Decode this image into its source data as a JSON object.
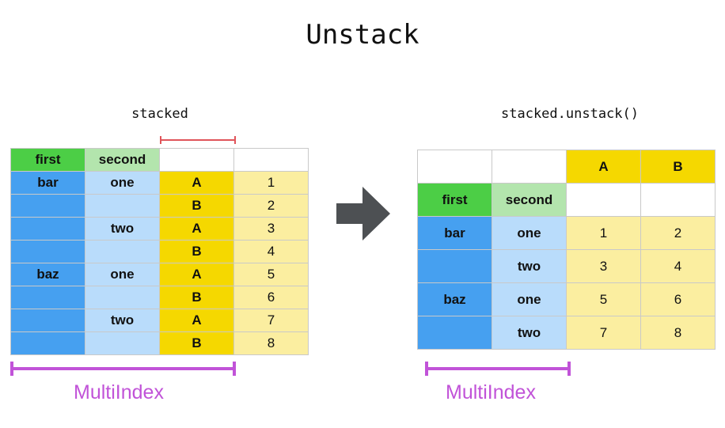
{
  "title": "Unstack",
  "left": {
    "caption": "stacked",
    "header": [
      "first",
      "second",
      "",
      ""
    ],
    "rows": [
      [
        "bar",
        "one",
        "A",
        "1"
      ],
      [
        "",
        "",
        "B",
        "2"
      ],
      [
        "",
        "two",
        "A",
        "3"
      ],
      [
        "",
        "",
        "B",
        "4"
      ],
      [
        "baz",
        "one",
        "A",
        "5"
      ],
      [
        "",
        "",
        "B",
        "6"
      ],
      [
        "",
        "two",
        "A",
        "7"
      ],
      [
        "",
        "",
        "B",
        "8"
      ]
    ],
    "multiindex_label": "MultiIndex"
  },
  "right": {
    "caption": "stacked.unstack()",
    "column_header": [
      "",
      "",
      "A",
      "B"
    ],
    "index_header": [
      "first",
      "second",
      "",
      ""
    ],
    "rows": [
      [
        "bar",
        "one",
        "1",
        "2"
      ],
      [
        "",
        "two",
        "3",
        "4"
      ],
      [
        "baz",
        "one",
        "5",
        "6"
      ],
      [
        "",
        "two",
        "7",
        "8"
      ]
    ],
    "multiindex_label": "MultiIndex"
  },
  "colors": {
    "index_header": "#4cce46",
    "index_header_light": "#b3e5ad",
    "index_level0": "#46a0f0",
    "index_level1": "#b9dcfb",
    "column_key": "#f5d800",
    "values": "#fbeea0",
    "multiindex": "#c153d8",
    "bracket_red": "#e0545a",
    "arrow": "#4d5053"
  },
  "arrow_icon": "right-arrow-icon"
}
